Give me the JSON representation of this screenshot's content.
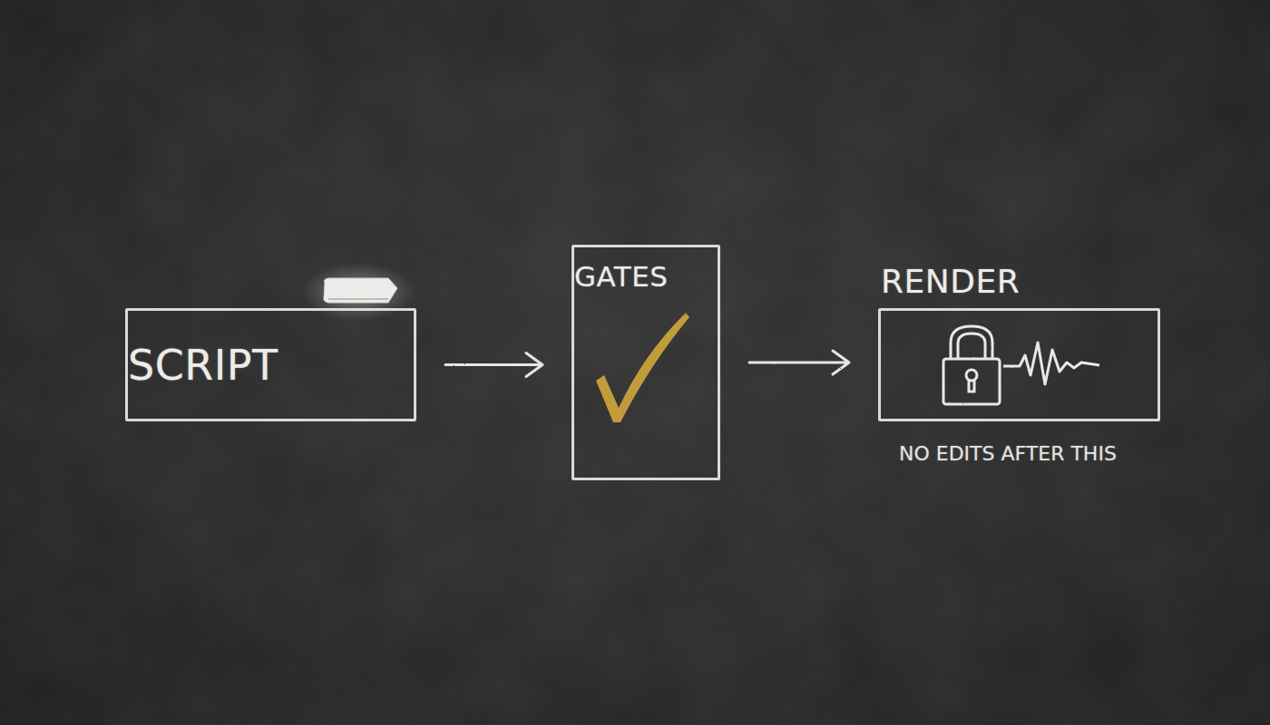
{
  "diagram": {
    "nodes": [
      {
        "text": [
          "SCRIPT"
        ]
      },
      {
        "text": [
          "GATES"
        ]
      },
      {
        "text": [
          "RENDER"
        ]
      }
    ],
    "edges": [
      {
        "from": 0,
        "to": 1,
        "arrow": "to"
      },
      {
        "from": 1,
        "to": 2,
        "arrow": "to"
      }
    ],
    "labels": [
      "NO EDITS AFTER THIS"
    ]
  }
}
